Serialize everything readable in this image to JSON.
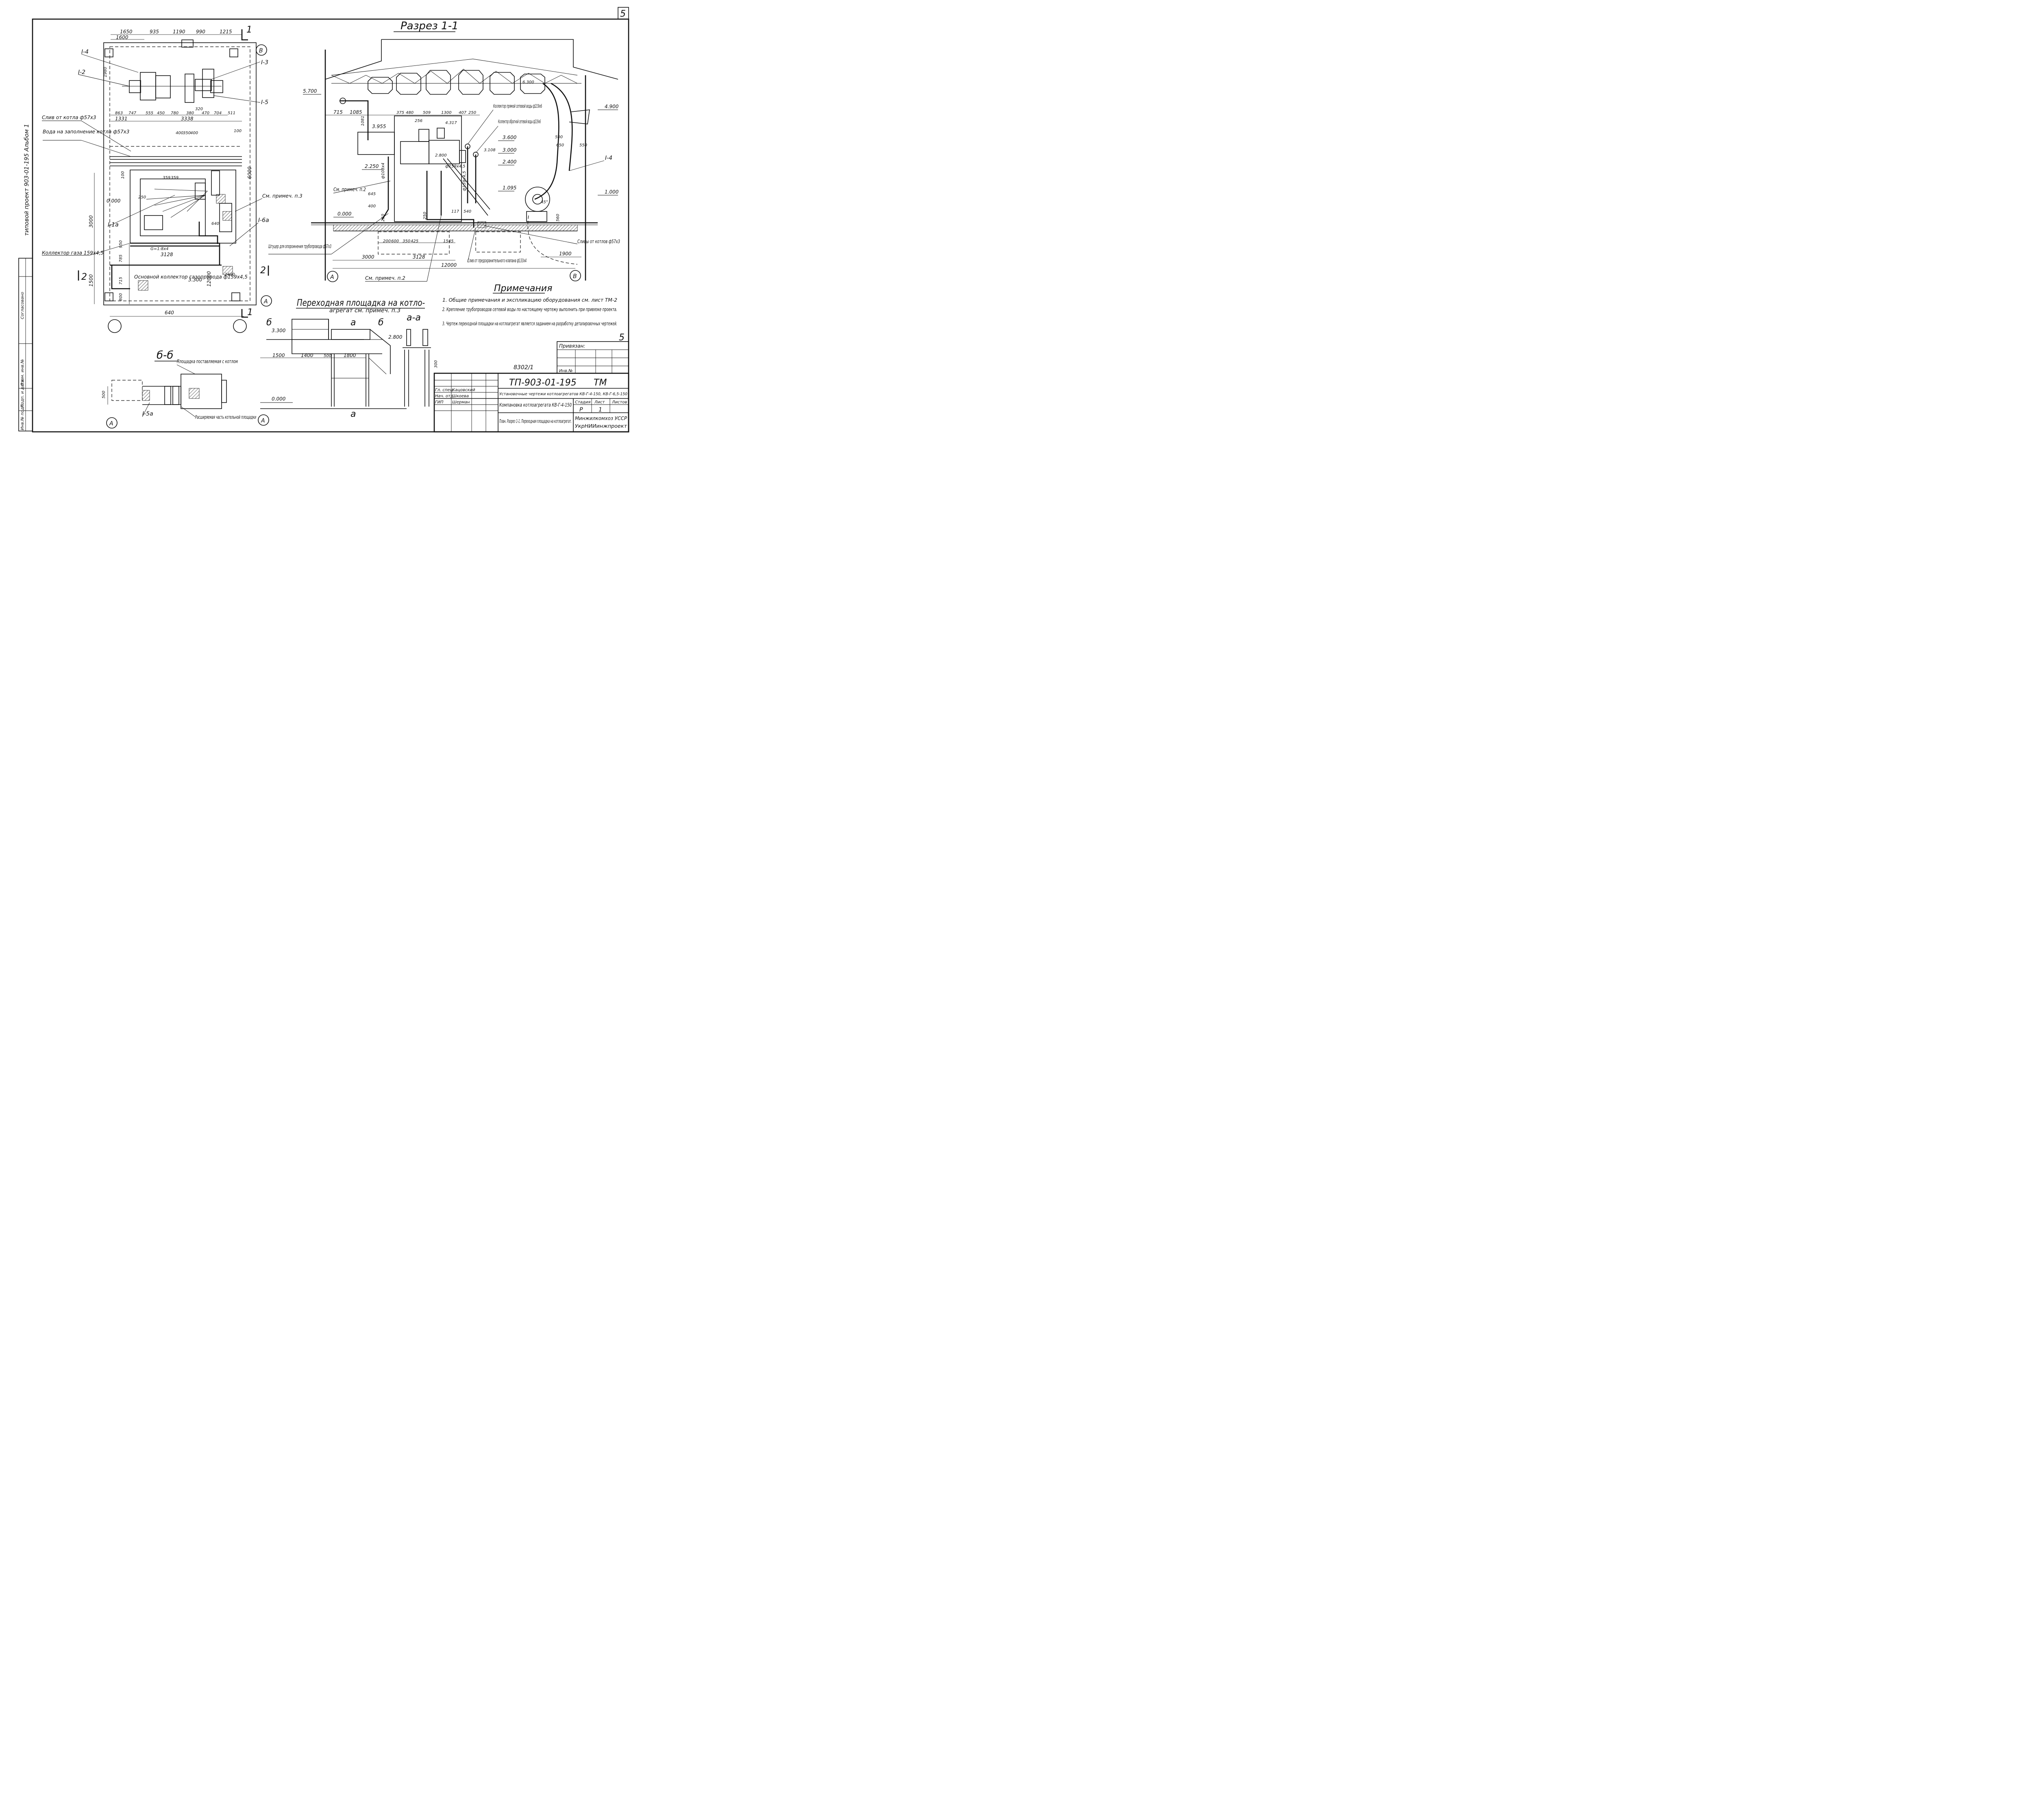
{
  "sheet_number": "5",
  "sheet_number_inner": "5",
  "archive_number": "8302/1",
  "side_label": "типовой проект 903-01-195 Альбом 1",
  "side_table_labels": [
    "Согласовано",
    "Инв.№ подл.",
    "Подп. и дата",
    "Взам. инв.№"
  ],
  "section_1_1": {
    "title": "Разрез 1-1",
    "levels": [
      "5.700",
      "6.300",
      "4.900",
      "3.955",
      "3.600",
      "3.108",
      "3.000",
      "2.400",
      "2.250",
      "1.095",
      "1.000",
      "0.000",
      "4.317",
      "2.800"
    ],
    "dims_top": [
      "715",
      "1085",
      "375",
      "480",
      "509",
      "1300",
      "407",
      "250"
    ],
    "dims_bottom": [
      "200",
      "600",
      "350",
      "425",
      "1545",
      "3000",
      "3128",
      "12000",
      "1900"
    ],
    "dims_misc": [
      "1081",
      "645",
      "400",
      "250",
      "117",
      "540",
      "500",
      "650",
      "550",
      "560",
      "250",
      "256",
      "45°"
    ],
    "pipes": [
      "ф108x4",
      "ф159x4,5",
      "ф159x4,5"
    ],
    "labels": {
      "kollektor_pryamoy": "Коллектор прямой сетевой воды ф219x6",
      "kollektor_obratnoy": "Коллектор обратной сетевой воды ф219x6",
      "sm_primech_2a": "См. примеч. п.2",
      "sm_primech_2b": "См. примеч. п.2",
      "shtutser": "Штуцер для опорожнения трубопровода ф57x3",
      "slivy": "Сливы от котлов ф57x3",
      "sliv_klapan": "Слив от предохранительного клапана ф133x4",
      "i4": "I-4"
    },
    "axes": [
      "А",
      "В"
    ]
  },
  "plan": {
    "dims_top": [
      "1650",
      "935",
      "1190",
      "990",
      "1215",
      "1600"
    ],
    "dims_mid": [
      "863",
      "747",
      "555",
      "450",
      "780",
      "380",
      "320",
      "470",
      "704",
      "511",
      "1331",
      "3338"
    ],
    "dims_misc": [
      "1980",
      "400",
      "350",
      "400",
      "359",
      "359",
      "100",
      "100",
      "150",
      "250",
      "950",
      "785",
      "715",
      "800",
      "2400",
      "3128",
      "3000",
      "1500",
      "12000",
      "6000",
      "640",
      "640"
    ],
    "g_label": "G=1:8x4",
    "level_0": "0.000",
    "level_3300": "3.300",
    "labels": {
      "i4": "I-4",
      "i2": "I-2",
      "i3": "I-3",
      "i5": "I-5",
      "i1a": "I-1а",
      "i6a": "I-6а",
      "sliv": "Слив от котла ф57x3",
      "voda": "Вода на заполнение котла ф57x3",
      "kollektor_gaza": "Коллектор газа 159x4,5",
      "osnovnoy": "Основной коллектор газопровода ф159x4,5",
      "sm_primech_3": "См. примеч. п.3"
    },
    "axes": [
      "В",
      "А"
    ],
    "section_marks": [
      "1",
      "1",
      "2",
      "2"
    ]
  },
  "section_b_b": {
    "title": "б-б",
    "dims": [
      "500"
    ],
    "labels": {
      "ploshchadka": "Площадка поставляемая с котлом",
      "rasshiryaemaya": "Расширяемая часть котельной площадки",
      "i5a": "I-5а"
    },
    "axes": [
      "А",
      "А"
    ]
  },
  "platform": {
    "title_line1": "Переходная площадка на котло-",
    "title_line2": "агрегат см. примеч. п.3",
    "sub_a_a": "а-а",
    "marks": [
      "б",
      "а",
      "б",
      "а"
    ],
    "levels": [
      "3.300",
      "2.800",
      "0.000"
    ],
    "dims": [
      "1500",
      "1400",
      "500",
      "1800",
      "300"
    ]
  },
  "notes": {
    "title": "Примечания",
    "items": [
      "1. Общие примечания и экспликацию оборудования см. лист ТМ-2",
      "2. Крепление трубопроводов сетевой воды по настоящему чертежу выполнить при привязке проекта.",
      "3. Чертеж переходной площадки на котлоагрегат является заданием на разработку деталировочных чертежей."
    ]
  },
  "privyazan": {
    "label": "Привязан:",
    "inv": "Инв.№"
  },
  "title_block": {
    "code": "ТП-903-01-195",
    "mark": "ТМ",
    "subtitle": "Установочные чертежи котлоагрегатов КВ-Г-4-150, КВ-Г-6,5-150",
    "sheet_title": "Компановка котлоагрегата КВ-Г-4-150",
    "content": "План. Разрез 1-1. Переходная площадка на котлоагрегат.",
    "org1": "Минжилкомхоз УССР",
    "org2": "УкрНИИинжпроект",
    "stage_label": "Стадия",
    "sheet_label": "Лист",
    "sheets_label": "Листов",
    "stage": "Р",
    "sheet": "1",
    "people": [
      {
        "role": "Гл. спец.",
        "name": "Кацовский"
      },
      {
        "role": "Нач. отд.",
        "name": "Шкоева"
      },
      {
        "role": "ГИП",
        "name": "Шерман"
      }
    ]
  }
}
